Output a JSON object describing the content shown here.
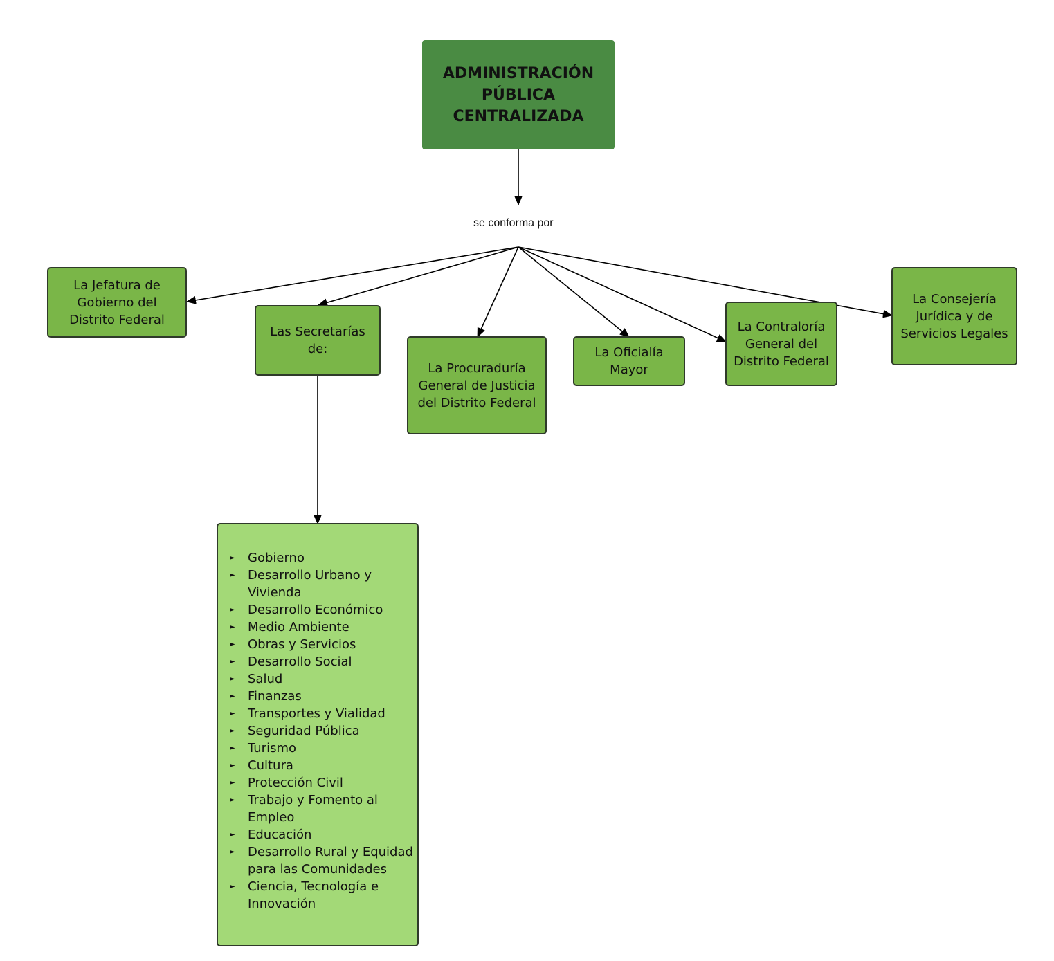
{
  "root": {
    "title": "ADMINISTRACIÓN PÚBLICA CENTRALIZADA"
  },
  "link_label": "se conforma por",
  "nodes": {
    "jefatura": "La Jefatura de Gobierno del Distrito Federal",
    "secretarias": "Las Secretarías de:",
    "procuraduria": "La Procuraduría General de Justicia del Distrito Federal",
    "oficialia": "La Oficialía Mayor",
    "contraloria": "La Contraloría General del Distrito Federal",
    "consejeria": "La Consejería Jurídica y de Servicios Legales"
  },
  "secretarias_list": [
    "Gobierno",
    "Desarrollo Urbano y Vivienda",
    "Desarrollo Económico",
    "Medio Ambiente",
    "Obras y Servicios",
    "Desarrollo Social",
    "Salud",
    "Finanzas",
    "Transportes y Vialidad",
    "Seguridad Pública",
    "Turismo",
    "Cultura",
    "Protección Civil",
    "Trabajo y Fomento al Empleo",
    "Educación",
    "Desarrollo Rural y Equidad para las Comunidades",
    "Ciencia, Tecnología e Innovación"
  ],
  "colors": {
    "root_fill": "#4a8b43",
    "node_fill": "#7ab648",
    "list_fill": "#a3d977",
    "stroke": "#2f3a2a"
  }
}
